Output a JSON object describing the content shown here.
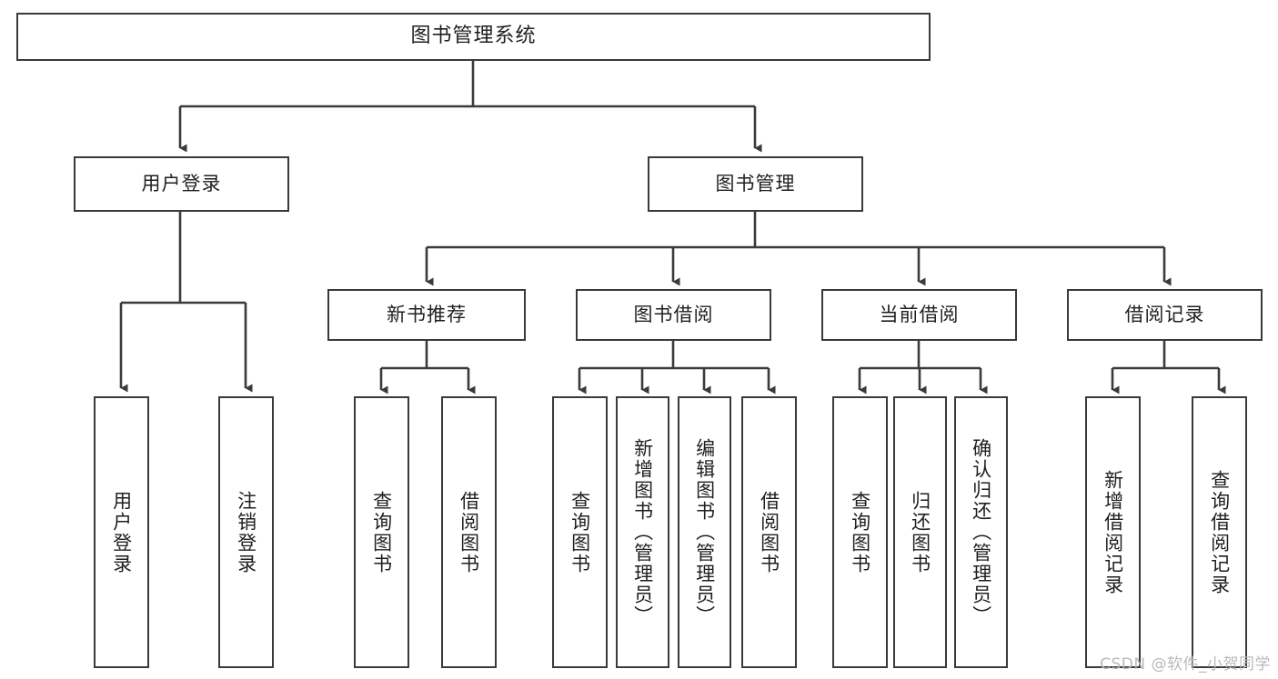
{
  "diagram": {
    "title": "图书管理系统",
    "type": "tree-hierarchy",
    "background_color": "#ffffff",
    "line_color": "#3a3a3a",
    "text_color": "#1f1f1f"
  },
  "root": {
    "label": "图书管理系统"
  },
  "level2": [
    {
      "label": "用户登录"
    },
    {
      "label": "图书管理"
    }
  ],
  "level3": [
    {
      "label": "新书推荐"
    },
    {
      "label": "图书借阅"
    },
    {
      "label": "当前借阅"
    },
    {
      "label": "借阅记录"
    }
  ],
  "leaves": {
    "user_login": [
      {
        "label": "用户登录"
      },
      {
        "label": "注销登录"
      }
    ],
    "new_book_recommend": [
      {
        "label": "查询图书"
      },
      {
        "label": "借阅图书"
      }
    ],
    "book_borrow": [
      {
        "label": "查询图书"
      },
      {
        "label": "新增图书（管理员）"
      },
      {
        "label": "编辑图书（管理员）"
      },
      {
        "label": "借阅图书"
      }
    ],
    "current_borrow": [
      {
        "label": "查询图书"
      },
      {
        "label": "归还图书"
      },
      {
        "label": "确认归还（管理员）"
      }
    ],
    "borrow_record": [
      {
        "label": "新增借阅记录"
      },
      {
        "label": "查询借阅记录"
      }
    ]
  },
  "watermark": {
    "text": "CSDN @软件_小贺同学"
  }
}
